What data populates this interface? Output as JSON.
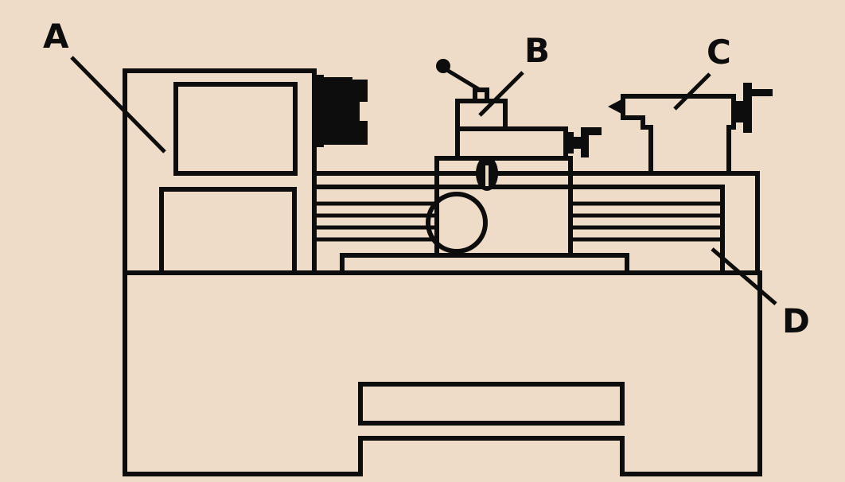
{
  "diagram": {
    "colors": {
      "background": "#efdcc8",
      "ink": "#0d0d0d"
    },
    "callouts": {
      "a": "A",
      "b": "B",
      "c": "C",
      "d": "D"
    }
  }
}
